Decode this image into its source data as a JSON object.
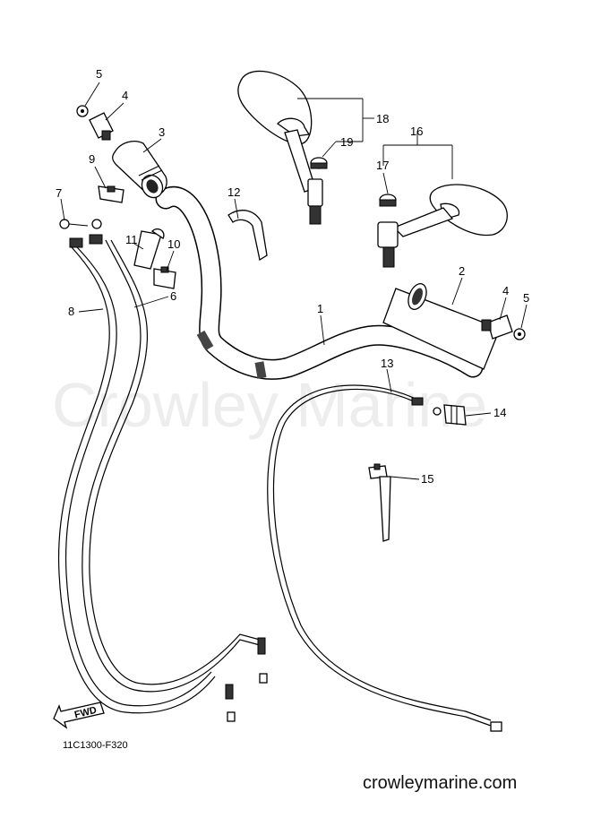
{
  "watermark": "Crowley Marine",
  "diagram_code": "11C1300-F320",
  "footer_brand": "crowleymarine.com",
  "fwd_label": "FWD",
  "callouts": {
    "c1": "1",
    "c2": "2",
    "c3": "3",
    "c4a": "4",
    "c4b": "4",
    "c5a": "5",
    "c5b": "5",
    "c6": "6",
    "c7": "7",
    "c8": "8",
    "c9": "9",
    "c10": "10",
    "c11": "11",
    "c12": "12",
    "c13": "13",
    "c14": "14",
    "c15": "15",
    "c16": "16",
    "c17": "17",
    "c18": "18",
    "c19": "19"
  }
}
